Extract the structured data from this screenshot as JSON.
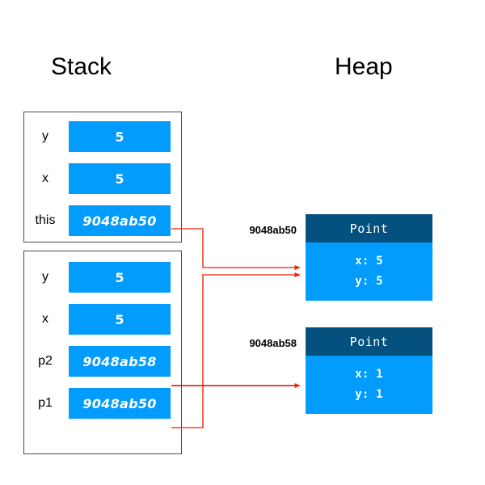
{
  "columns": {
    "stack_title": "Stack",
    "heap_title": "Heap"
  },
  "colors": {
    "cell_blue": "#029bff",
    "header_navy": "#04517f",
    "arrow_red": "#f4432c",
    "frame_border": "#4a4a4a",
    "text_white": "#ffffff",
    "text_black": "#000000",
    "background": "#ffffff"
  },
  "stack": {
    "frames": [
      {
        "name": "frame-constructor",
        "rows": [
          {
            "label": "y",
            "value": "5",
            "kind": "value"
          },
          {
            "label": "x",
            "value": "5",
            "kind": "value"
          },
          {
            "label": "this",
            "value": "9048ab50",
            "kind": "address"
          }
        ]
      },
      {
        "name": "frame-main",
        "rows": [
          {
            "label": "y",
            "value": "5",
            "kind": "value"
          },
          {
            "label": "x",
            "value": "5",
            "kind": "value"
          },
          {
            "label": "p2",
            "value": "9048ab58",
            "kind": "address"
          },
          {
            "label": "p1",
            "value": "9048ab50",
            "kind": "address"
          }
        ]
      }
    ]
  },
  "heap": {
    "objects": [
      {
        "name": "point-9048ab50",
        "address": "9048ab50",
        "title": "Point",
        "fields": [
          "x: 5",
          "y: 5"
        ]
      },
      {
        "name": "point-9048ab58",
        "address": "9048ab58",
        "title": "Point",
        "fields": [
          "x: 1",
          "y: 1"
        ]
      }
    ]
  },
  "pointers": [
    {
      "from": "this",
      "to": "9048ab50"
    },
    {
      "from": "p1",
      "to": "9048ab50"
    },
    {
      "from": "p2",
      "to": "9048ab58"
    }
  ]
}
